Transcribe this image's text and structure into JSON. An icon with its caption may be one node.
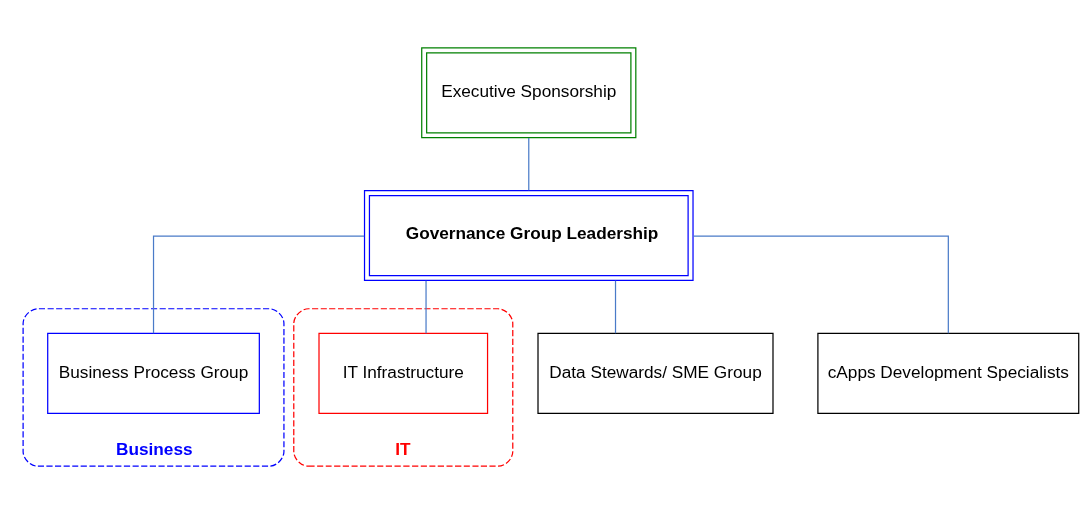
{
  "diagram": {
    "nodes": [
      {
        "text": [
          "Executive Sponsorship"
        ]
      },
      {
        "text": [
          "Governance Group Leadership"
        ]
      },
      {
        "text": [
          "Business"
        ]
      },
      {
        "text": [
          "IT"
        ]
      },
      {
        "text": [
          "Business Process Group"
        ],
        "in": 2
      },
      {
        "text": [
          "Data Stewards/ SME Group"
        ]
      },
      {
        "text": [
          "cApps Development Specialists"
        ]
      },
      {
        "text": [
          "IT Infrastructure"
        ],
        "in": 3
      }
    ],
    "edges": [
      {
        "from": 0,
        "to": 1,
        "arrow": "none"
      },
      {
        "from": 1,
        "to": 4,
        "arrow": "none"
      },
      {
        "from": 1,
        "to": 5,
        "arrow": "none"
      },
      {
        "from": 1,
        "to": 6,
        "arrow": "none"
      },
      {
        "from": 1,
        "to": 7,
        "arrow": "none"
      }
    ]
  }
}
